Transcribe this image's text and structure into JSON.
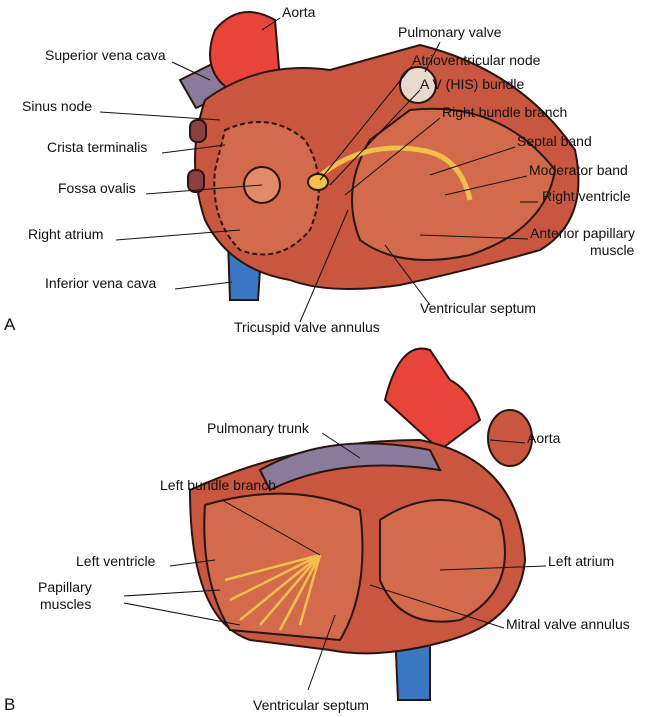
{
  "panel_a": {
    "letter": "A",
    "labels": {
      "aorta": "Aorta",
      "pulmonary_valve": "Pulmonary valve",
      "superior_vena_cava": "Superior vena cava",
      "atrioventricular_node": "Atrioventricular node",
      "av_his_bundle": "A V (HIS) bundle",
      "sinus_node": "Sinus node",
      "right_bundle_branch": "Right bundle branch",
      "crista_terminalis": "Crista terminalis",
      "septal_band": "Septal band",
      "moderator_band": "Moderator band",
      "fossa_ovalis": "Fossa ovalis",
      "right_ventricle": "Right ventricle",
      "right_atrium": "Right atrium",
      "anterior_papillary_1": "Anterior papillary",
      "anterior_papillary_2": "muscle",
      "inferior_vena_cava": "Inferior vena cava",
      "ventricular_septum": "Ventricular septum",
      "tricuspid_valve_annulus": "Tricuspid valve annulus"
    }
  },
  "panel_b": {
    "letter": "B",
    "labels": {
      "aorta": "Aorta",
      "pulmonary_trunk": "Pulmonary trunk",
      "left_bundle_branch": "Left bundle branch",
      "left_ventricle": "Left ventricle",
      "left_atrium": "Left atrium",
      "papillary_1": "Papillary",
      "papillary_2": "muscles",
      "mitral_valve_annulus": "Mitral valve annulus",
      "ventricular_septum": "Ventricular septum"
    }
  },
  "colors": {
    "muscle": "#c9573f",
    "muscle_light": "#e08a66",
    "aorta": "#e8443a",
    "vein": "#3b78c4",
    "pulmonary": "#8a7a9c",
    "conduction": "#f2c04a"
  }
}
